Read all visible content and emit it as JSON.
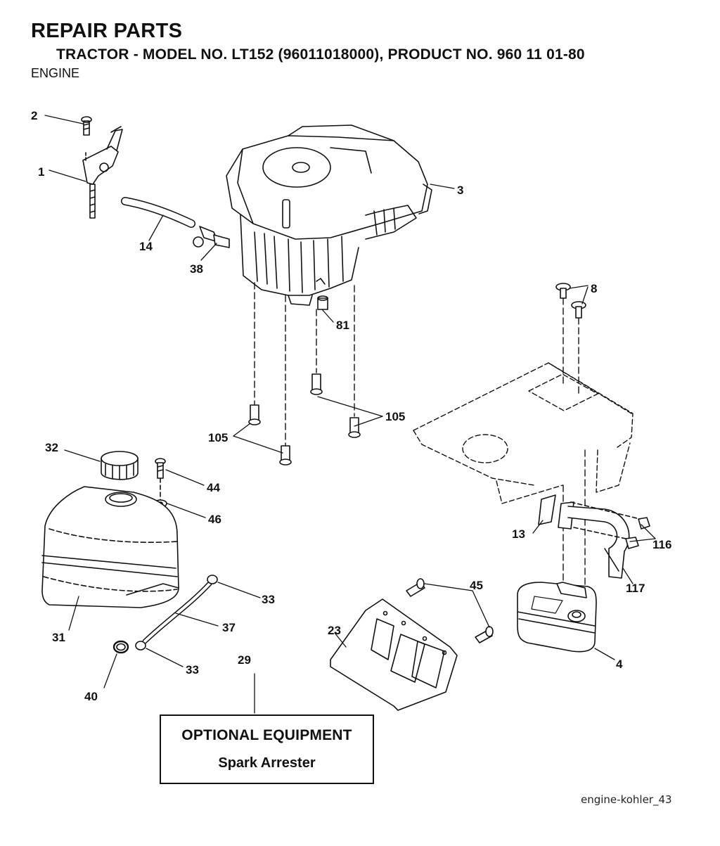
{
  "header": {
    "title": "REPAIR PARTS",
    "model_line": "TRACTOR - MODEL NO. LT152 (96011018000), PRODUCT NO. 960 11 01-80",
    "section": "ENGINE"
  },
  "callouts": {
    "p1": "1",
    "p2": "2",
    "p3": "3",
    "p4": "4",
    "p8": "8",
    "p13": "13",
    "p14": "14",
    "p23": "23",
    "p29": "29",
    "p31": "31",
    "p32": "32",
    "p33a": "33",
    "p33b": "33",
    "p37": "37",
    "p38": "38",
    "p40": "40",
    "p44": "44",
    "p45": "45",
    "p46": "46",
    "p81": "81",
    "p105a": "105",
    "p105b": "105",
    "p116": "116",
    "p117": "117"
  },
  "optional_box": {
    "title": "OPTIONAL EQUIPMENT",
    "subtitle": "Spark Arrester"
  },
  "footer": {
    "code": "engine-kohler_43"
  }
}
